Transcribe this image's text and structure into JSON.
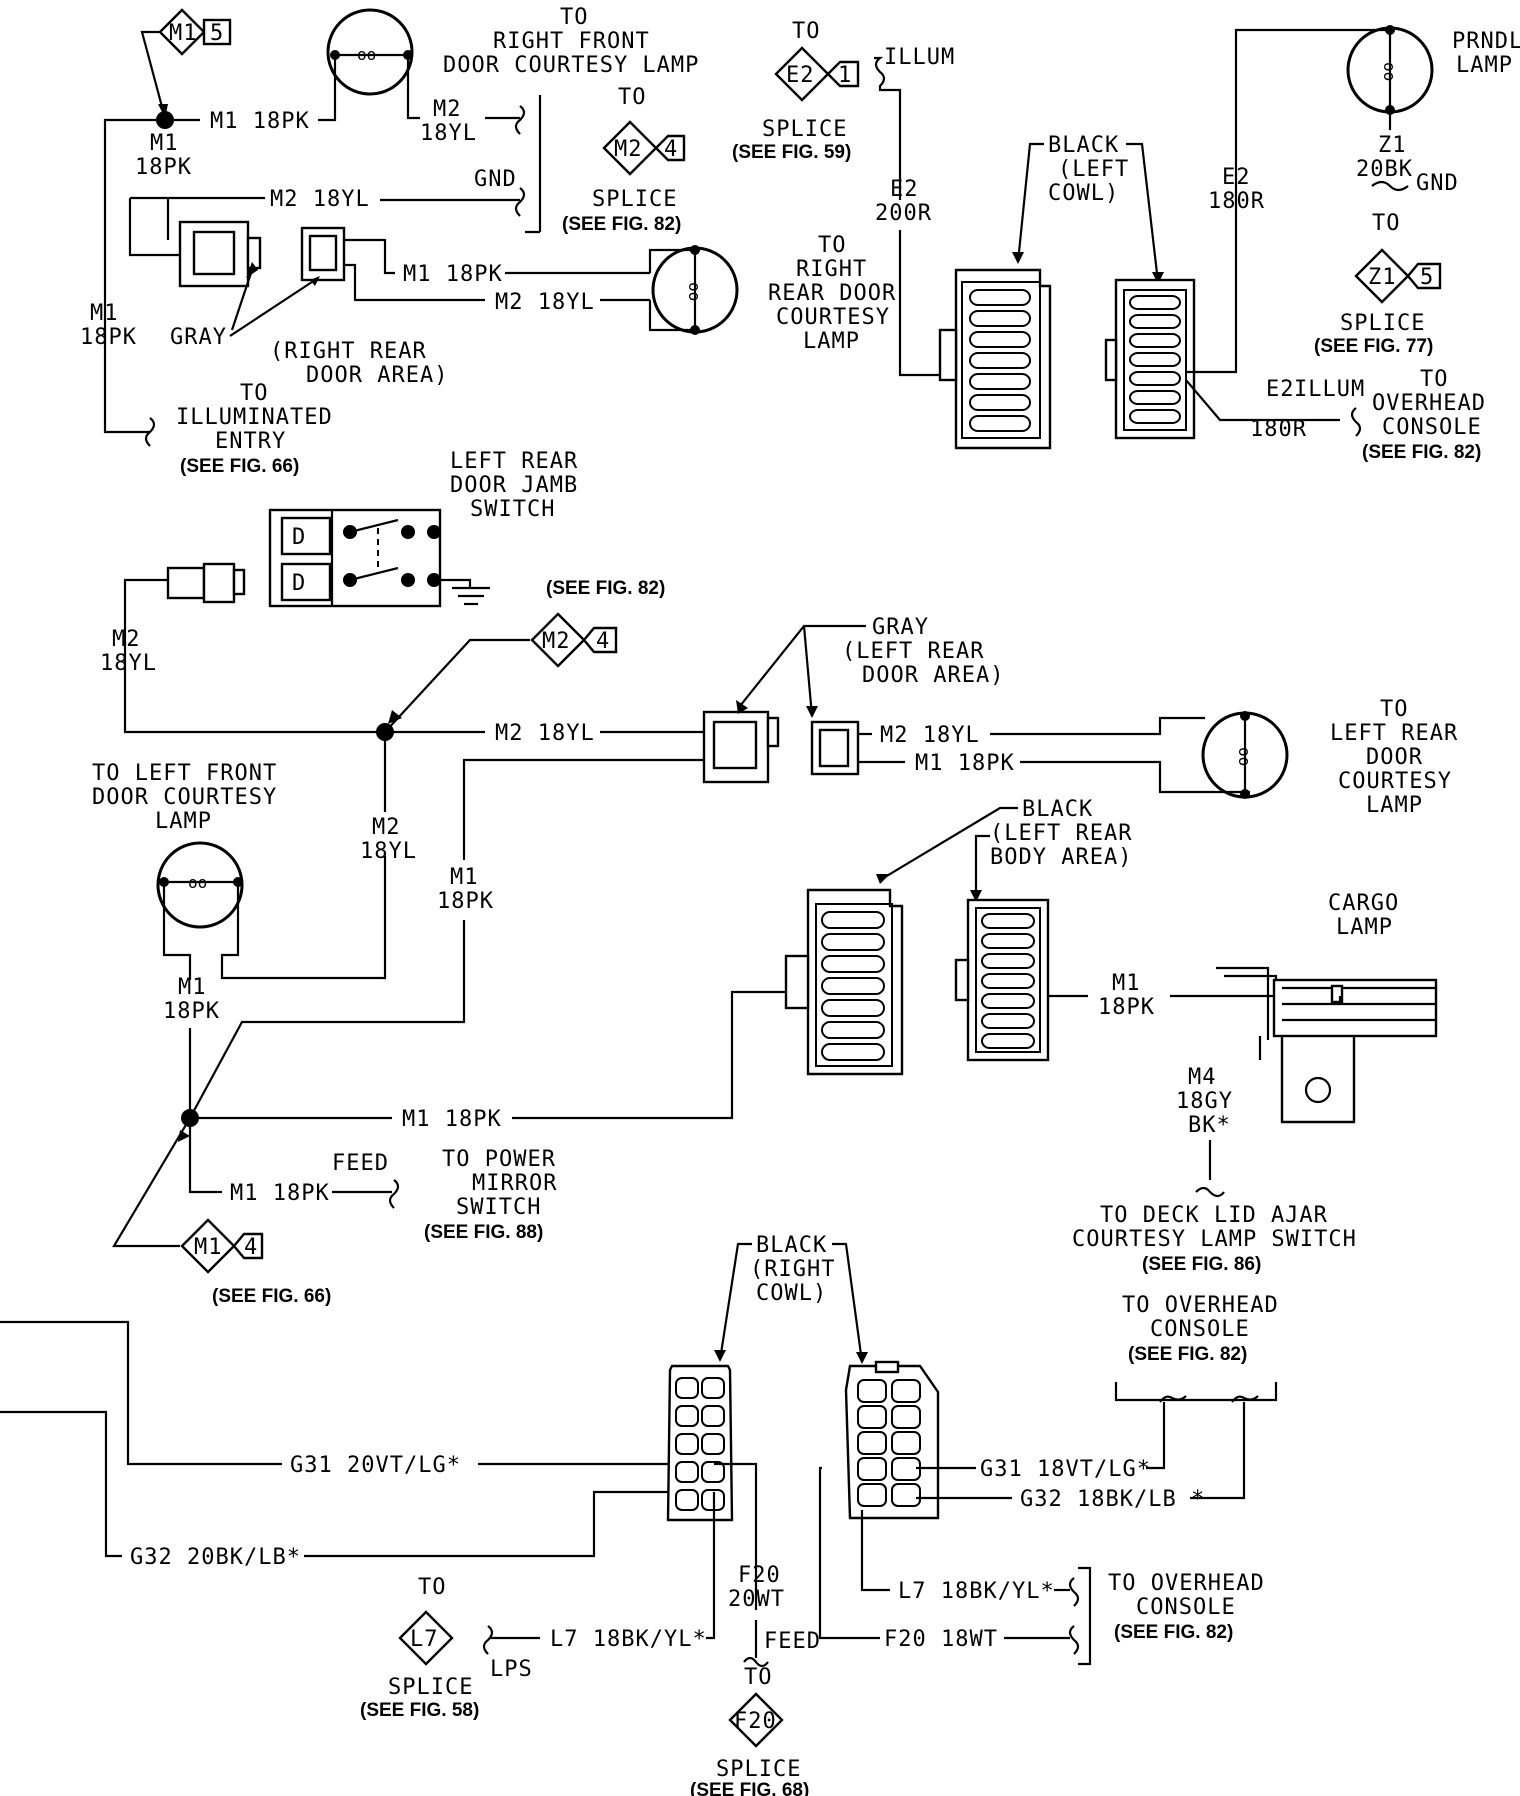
{
  "labels": {
    "m1_18pk": "M1 18PK",
    "m2_18yl": "M2 18YL",
    "m1": "M1",
    "m2": "M2",
    "18pk": "18PK",
    "18yl": "18YL",
    "gnd": "GND",
    "gray": "GRAY",
    "to": "TO",
    "splice": "SPLICE",
    "illum": "ILLUM",
    "e2": "E2",
    "200r": "200R",
    "180r": "180R",
    "z1": "Z1",
    "20bk": "20BK",
    "feed": "FEED",
    "lps": "LPS",
    "m4": "M4",
    "18gy": "18GY",
    "bk": "BK*",
    "f20": "F20",
    "20wt": "20WT"
  },
  "refs": {
    "fig59": "(SEE FIG. 59)",
    "fig82": "(SEE FIG. 82)",
    "fig77": "(SEE FIG. 77)",
    "fig66": "(SEE FIG. 66)",
    "fig88": "(SEE FIG. 88)",
    "fig86": "(SEE FIG. 86)",
    "fig58": "(SEE FIG. 58)",
    "fig68": "(SEE FIG. 68)"
  },
  "components": {
    "rf_lamp": [
      "TO",
      "RIGHT FRONT",
      "DOOR COURTESY LAMP"
    ],
    "rr_lamp": [
      "TO",
      "RIGHT",
      "REAR DOOR",
      "COURTESY",
      "LAMP"
    ],
    "rr_area": [
      "(RIGHT REAR",
      "DOOR AREA)"
    ],
    "illum_entry": [
      "TO",
      "ILLUMINATED",
      "ENTRY"
    ],
    "black_left_cowl": [
      "BLACK",
      "(LEFT",
      "COWL)"
    ],
    "prndl": [
      "PRNDL",
      "LAMP"
    ],
    "overhead_console_top": [
      "TO",
      "OVERHEAD",
      "CONSOLE"
    ],
    "lr_jamb": [
      "LEFT REAR",
      "DOOR JAMB",
      "SWITCH"
    ],
    "gray_lr": [
      "GRAY",
      "(LEFT REAR",
      "DOOR AREA)"
    ],
    "lr_lamp": [
      "TO",
      "LEFT REAR",
      "DOOR",
      "COURTESY",
      "LAMP"
    ],
    "lf_lamp": [
      "TO LEFT FRONT",
      "DOOR COURTESY",
      "LAMP"
    ],
    "black_lr_body": [
      "BLACK",
      "(LEFT REAR",
      "BODY AREA)"
    ],
    "cargo": [
      "CARGO",
      "LAMP"
    ],
    "power_mirror": [
      "TO POWER",
      "MIRROR",
      "SWITCH"
    ],
    "deck_lid": [
      "TO DECK LID AJAR",
      "COURTESY LAMP SWITCH"
    ],
    "black_right_cowl": [
      "BLACK",
      "(RIGHT",
      "COWL)"
    ],
    "overhead_console_mid": [
      "TO OVERHEAD",
      "CONSOLE"
    ],
    "overhead_console_low": [
      "TO OVERHEAD",
      "CONSOLE"
    ]
  },
  "wires": {
    "g31_20": "G31 20VT/LG*",
    "g32_20": "G32 20BK/LB*",
    "g31_18": "G31 18VT/LG*",
    "g32_18": "G32 18BK/LB *",
    "l7": "L7 18BK/YL*",
    "f20": "F20 18WT"
  },
  "splices": {
    "m1_5": [
      "M1",
      "5"
    ],
    "m2_4_top": [
      "M2",
      "4"
    ],
    "e2_1": [
      "E2",
      "1"
    ],
    "z1_5": [
      "Z1",
      "5"
    ],
    "m2_4_mid": [
      "M2",
      "4"
    ],
    "m1_4": [
      "M1",
      "4"
    ],
    "l7": [
      "L7"
    ],
    "f20": [
      "F20"
    ]
  },
  "jamb_terminals": [
    "D",
    "D"
  ]
}
